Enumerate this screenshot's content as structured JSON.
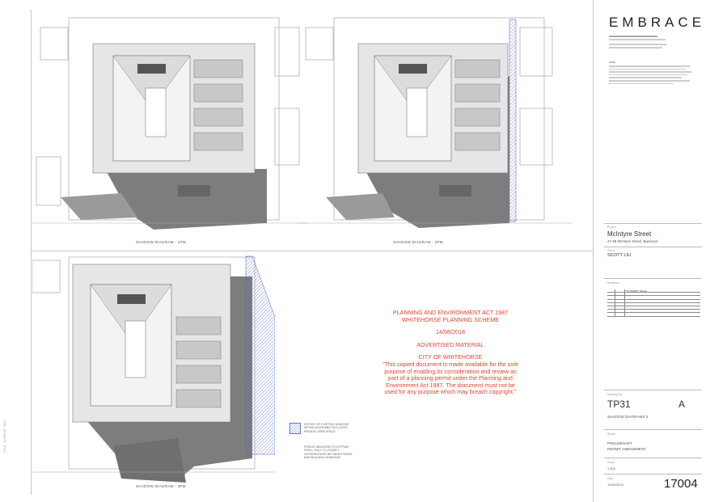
{
  "diagrams": [
    {
      "caption": "SHADOW DIAGRAM - 1PM"
    },
    {
      "caption": "SHADOW DIAGRAM - 2PM"
    },
    {
      "caption": "SHADOW DIAGRAM - 3PM"
    }
  ],
  "stamp": {
    "line1": "PLANNING AND ENVIRONMENT ACT 1987",
    "line2": "WHITEHORSE PLANNING SCHEME",
    "date": "14/08/2018",
    "material": "ADVERTISED MATERIAL",
    "council": "CITY OF WHITEHORSE",
    "body1": "\"This copied document is made available for the sole",
    "body2": "purpose of enabling its consideration and review as",
    "body3": "part of a planning permit under the Planning and",
    "body4": "Environment Act 1987. The document must not be",
    "body5": "used for any purpose which may breach copyright.\""
  },
  "legend": {
    "swatch_label": "EXTENT OF EXISTING SHADOW WITHIN ADJOINING SECLUDED PRIVATE OPEN SPACE",
    "note": "PERIOD INDICATED FOOTPRINT SHALL ONLY TO CLARIFY DIFFERENTIATE BETWEEN FENCE AND BUILDING SHADOWS",
    "color": "#4a5fc8"
  },
  "titleblock": {
    "logo": "EMBRACE",
    "project_label": "Project",
    "project_title": "McIntyre Street",
    "project_address": "47-49 McIntyre Street, Burwood",
    "client_label": "Client",
    "client": "SCOTT LIU",
    "revisions_label": "Revisions",
    "revisions": [
      {
        "text": "TP PERMIT ISSUE"
      },
      {
        "text": ""
      },
      {
        "text": ""
      },
      {
        "text": ""
      },
      {
        "text": ""
      },
      {
        "text": ""
      },
      {
        "text": ""
      },
      {
        "text": ""
      }
    ],
    "drawing_no_label": "Drawing No.",
    "drawing_no": "TP31",
    "revision": "A",
    "drawing_title": "SHADOW DIAGRAMS 3",
    "status_label": "Status",
    "status1": "PRELIMINARY",
    "status2": "PERMIT AMENDMENT",
    "scale_label": "Scale",
    "scale": "1:500",
    "date_label": "Date",
    "date": "11/05/2018",
    "job_no": "17004"
  }
}
